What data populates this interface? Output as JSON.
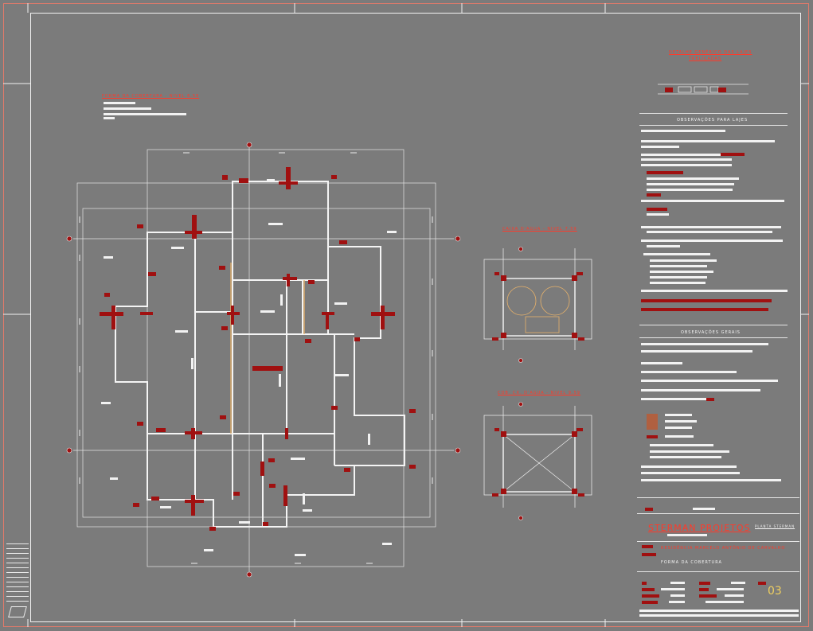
{
  "drawing": {
    "main_plan_title": "FORMA DA COBERTURA - NIVEL 6,59",
    "water_tank_title": "CAIXA D'AGUA - NIVEL 7,59",
    "water_tank_roof_title": "COB. CX. D'AGUA - NIVEL 9,59",
    "slab_detail_title_1": "DETALHE GENÉRICO DAS LAJES",
    "slab_detail_title_2": "TRELIÇADAS"
  },
  "notes": {
    "slabs_heading": "OBSERVAÇÕES PARA LAJES",
    "general_heading": "OBSERVAÇÕES GERAIS"
  },
  "title_block": {
    "company": "STERMAN PROJETOS",
    "plan_label": "PLANTA STERMAN",
    "project": "RESIDÊNCIA MARCELO ANTÔNIO DE CARVALHO",
    "drawing_name": "FORMA DA COBERTURA",
    "sheet_number": "03"
  },
  "colors": {
    "background": "#7b7b7b",
    "lines": "#f2f2f2",
    "accent_red": "#a01010",
    "text_red": "#ff3a2a",
    "beam_highlight": "#e8b26a",
    "sheet_number": "#f0d060"
  }
}
